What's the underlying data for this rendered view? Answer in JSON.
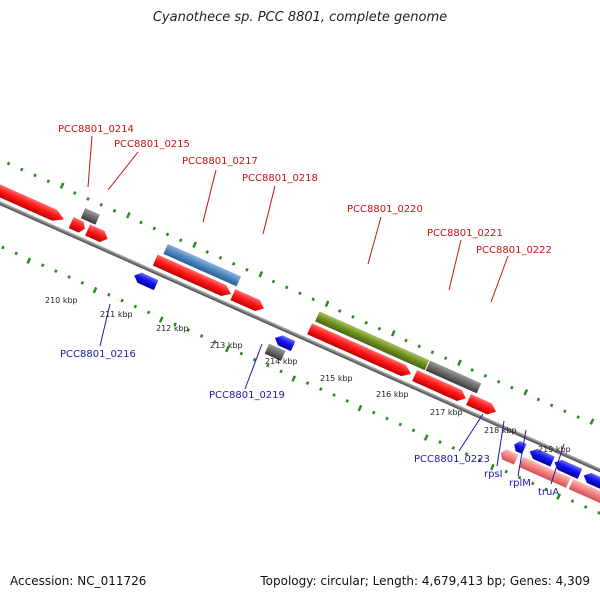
{
  "title": "Cyanothece sp. PCC 8801, complete genome",
  "footer": {
    "accession": "Accession: NC_011726",
    "summary": "Topology: circular; Length: 4,679,413 bp; Genes: 4,309"
  },
  "colors": {
    "backbone": "#8a8a8a",
    "tick": "#2a8a22",
    "red_gene": "#ff1a1a",
    "blue_gene": "#1515ee",
    "gray_gene": "#6a6a6a",
    "steelblue_gene": "#4d86bf",
    "olive_gene": "#6f8f22",
    "pink_gene": "#f07f7f",
    "label_red": "#cc1111",
    "label_blue": "#1a1aaa"
  },
  "kbp_labels": [
    "210 kbp",
    "211 kbp",
    "212 kbp",
    "213 kbp",
    "214 kbp",
    "215 kbp",
    "216 kbp",
    "217 kbp",
    "218 kbp",
    "219 kbp"
  ],
  "top_labels": [
    "PCC8801_0214",
    "PCC8801_0215",
    "PCC8801_0217",
    "PCC8801_0218",
    "PCC8801_0220",
    "PCC8801_0221",
    "PCC8801_0222"
  ],
  "bottom_labels": [
    "PCC8801_0216",
    "PCC8801_0219",
    "PCC8801_0223",
    "rpsI",
    "rplM",
    "truA"
  ]
}
